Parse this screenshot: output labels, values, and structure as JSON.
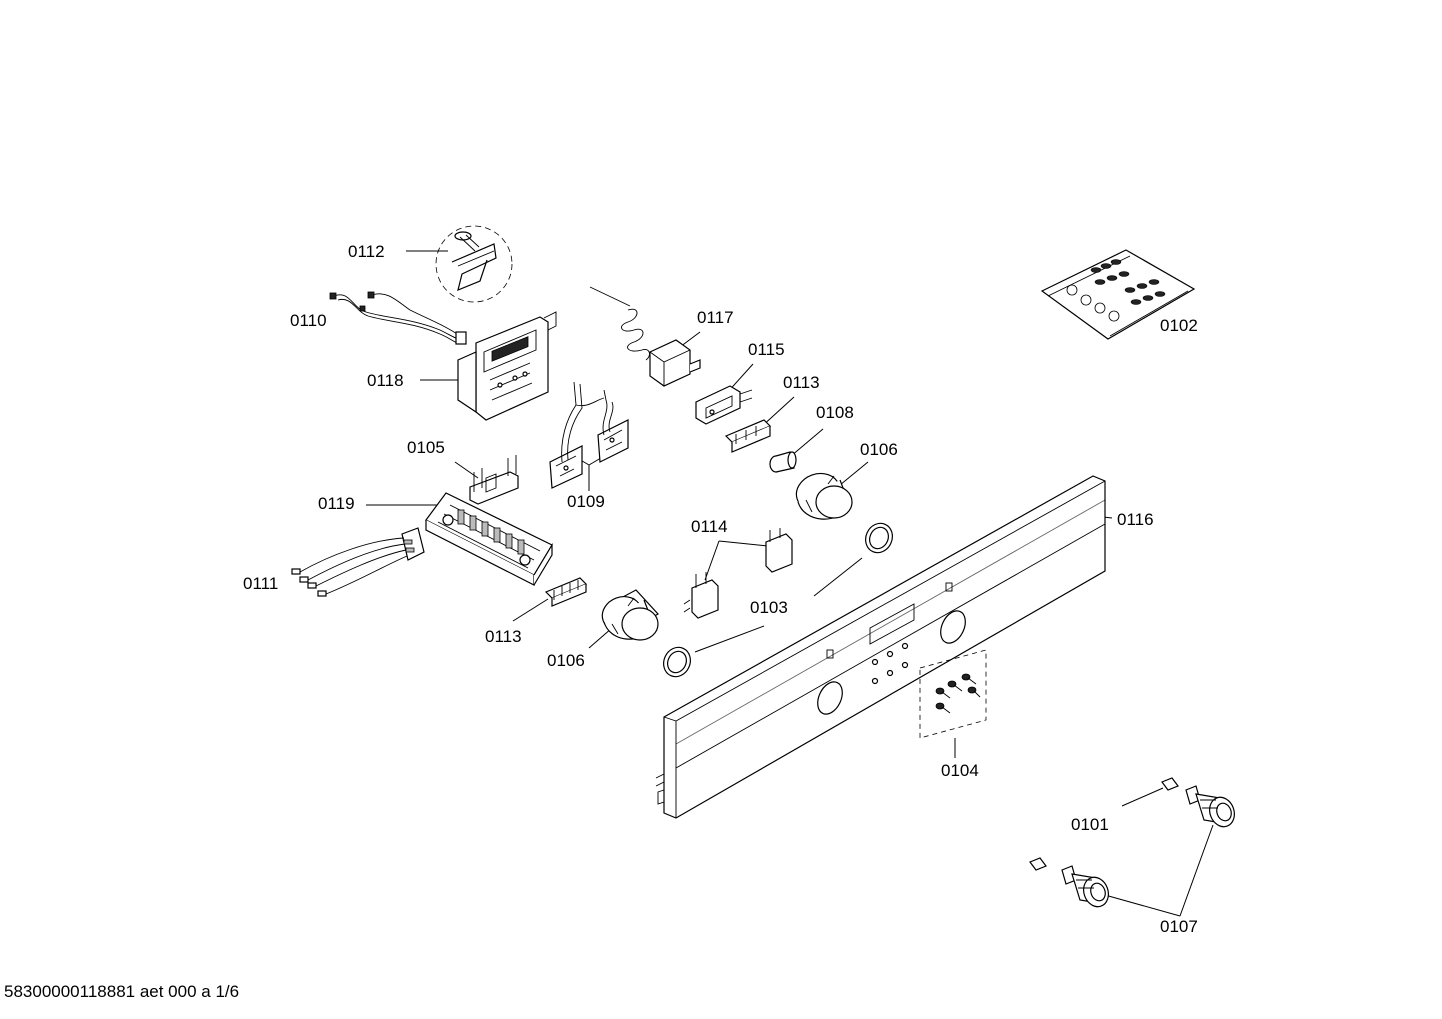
{
  "diagram": {
    "labels": {
      "p0101": "0101",
      "p0102": "0102",
      "p0103": "0103",
      "p0104": "0104",
      "p0105": "0105",
      "p0106a": "0106",
      "p0106b": "0106",
      "p0107": "0107",
      "p0108": "0108",
      "p0109": "0109",
      "p0110": "0110",
      "p0111": "0111",
      "p0112": "0112",
      "p0113a": "0113",
      "p0113b": "0113",
      "p0114": "0114",
      "p0115": "0115",
      "p0116": "0116",
      "p0117": "0117",
      "p0118": "0118",
      "p0119": "0119"
    }
  },
  "footer": {
    "code": "58300000118881 aet 000 a 1/6"
  }
}
